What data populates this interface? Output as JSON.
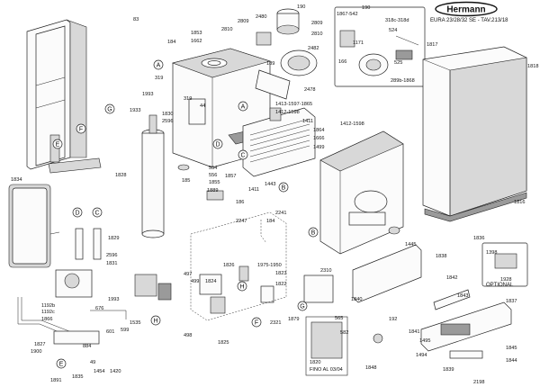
{
  "header": {
    "brand": "Hermann",
    "model": "EURA 23/28/32 SE - TAV.213/18"
  },
  "labels": {
    "optional": "OPTIONAL",
    "fino": "FINO AL 03/04"
  },
  "callout_letters": [
    "A",
    "B",
    "C",
    "D",
    "E",
    "F",
    "G",
    "H"
  ],
  "part_numbers": {
    "p83": "83",
    "p184a": "184",
    "p1853": "1853",
    "p1662": "1662",
    "p2809a": "2809",
    "p2480": "2480",
    "p190a": "190",
    "p2809b": "2809",
    "p2810a": "2810",
    "p2810b": "2810",
    "p2482": "2482",
    "p189": "189",
    "p2478": "2478",
    "p1867": "1867-542",
    "p190b": "190",
    "p318": "318c-318d",
    "p1171": "1171",
    "p524": "524",
    "p166": "166",
    "p525": "525",
    "p289b": "289b-1868",
    "p1817": "1817",
    "p1818": "1818",
    "p319a": "319",
    "p319b": "319",
    "p44": "44",
    "p1993a": "1993",
    "p1933": "1933",
    "p1830": "1830",
    "p2596a": "2596",
    "p1413": "1413-1597-1865",
    "p1412a": "1412-1598",
    "p1411a": "1411",
    "p1412b": "1412-1598",
    "p1864": "1864",
    "p1666": "1666",
    "p1499": "1499",
    "p1828": "1828",
    "p185": "185",
    "p554": "554",
    "p556": "556",
    "p1857": "1857",
    "p1855": "1855",
    "p1889": "1889",
    "p1411b": "1411",
    "p1443": "1443",
    "p186": "186",
    "p2241": "2241",
    "p184b": "184",
    "p2247": "2247",
    "p1816": "1816",
    "p1834": "1834",
    "p1829": "1829",
    "p2596b": "2596",
    "p1831": "1831",
    "p1993b": "1993",
    "p1192b": "1192b",
    "p1192c": "1192c",
    "p1866": "1866",
    "p676": "676",
    "p1535": "1535",
    "p601": "601",
    "p599": "599",
    "p497": "497",
    "p499": "499",
    "p498": "498",
    "p1826": "1826",
    "p1975": "1975-1950",
    "p1823": "1823",
    "p1822": "1822",
    "p1824": "1824",
    "p1825": "1825",
    "p2321": "2321",
    "p1879": "1879",
    "p2310": "2310",
    "p565": "565",
    "p1445": "1445",
    "p1836": "1836",
    "p1398": "1398",
    "p1928": "1928",
    "p1838": "1838",
    "p1842": "1842",
    "p1840": "1840",
    "p192": "192",
    "p1843": "1843",
    "p1837": "1837",
    "p1841": "1841",
    "p1495": "1495",
    "p1494": "1494",
    "p1848": "1848",
    "p1839": "1839",
    "p1845": "1845",
    "p1844": "1844",
    "p2198": "2198",
    "p1820": "1820",
    "p582": "582",
    "p1827": "1827",
    "p1900": "1900",
    "p884": "884",
    "p49": "49",
    "p1891": "1891",
    "p1835": "1835",
    "p1454": "1454",
    "p1420": "1420"
  }
}
